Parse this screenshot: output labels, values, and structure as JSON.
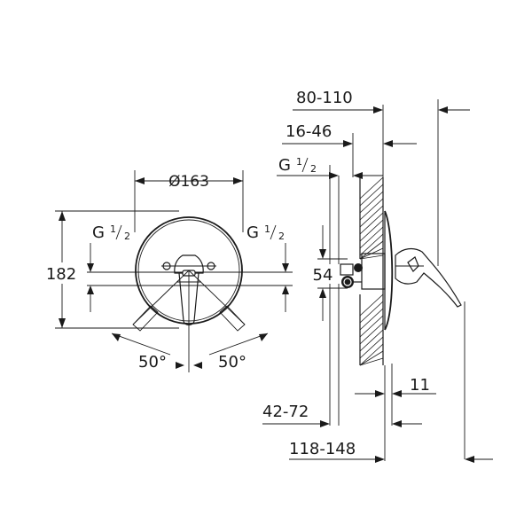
{
  "front_view": {
    "diameter": {
      "symbol": "Ø",
      "value": "163"
    },
    "height": "182",
    "thread_left": {
      "g": "G",
      "num": "1",
      "den": "2"
    },
    "thread_right": {
      "g": "G",
      "num": "1",
      "den": "2"
    },
    "angle_left": "50°",
    "angle_right": "50°"
  },
  "side_view": {
    "dim_80_110": "80-110",
    "dim_16_46": "16-46",
    "thread": {
      "g": "G",
      "num": "1",
      "den": "2"
    },
    "dim_54": "54",
    "dim_11": "11",
    "dim_42_72": "42-72",
    "dim_118_148": "118-148"
  }
}
